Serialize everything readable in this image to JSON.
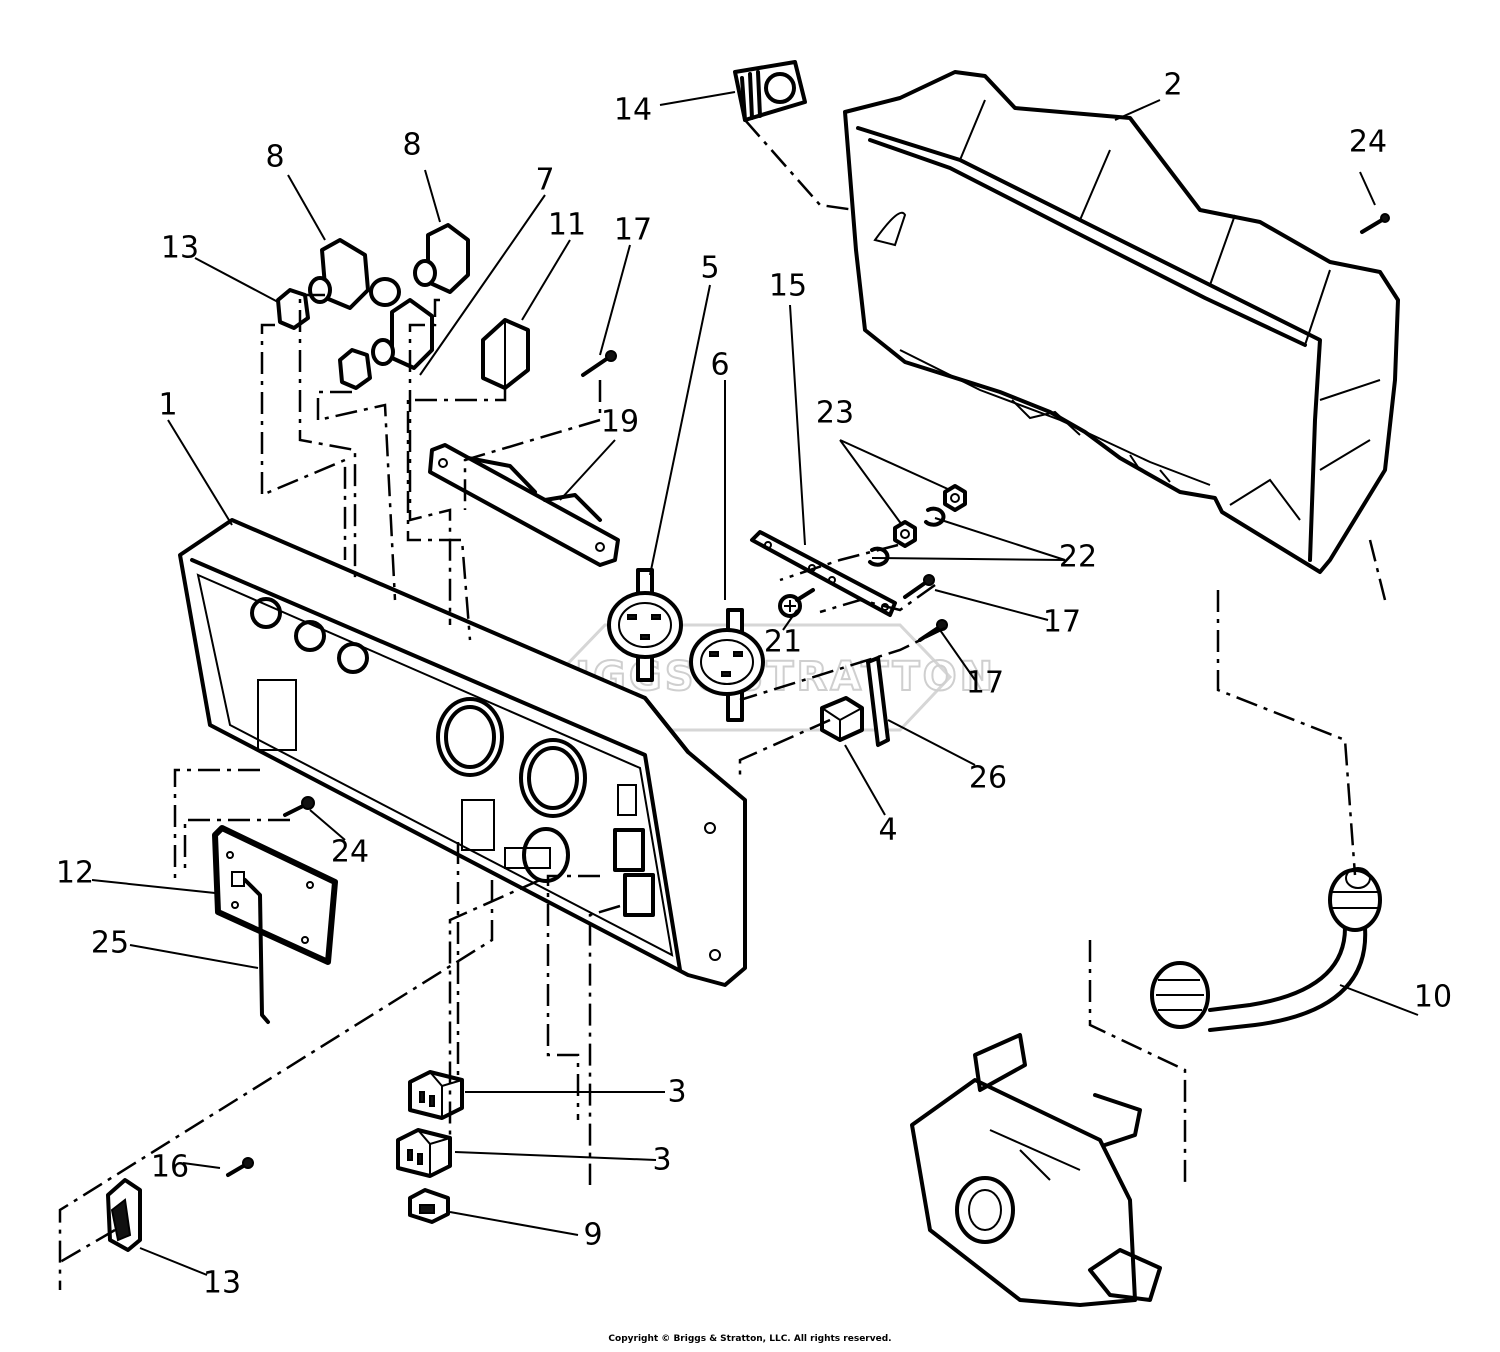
{
  "copyright": "Copyright © Briggs & Stratton, LLC. All rights reserved.",
  "watermark": "BRIGGS&STRATTON",
  "callouts": {
    "c1": "1",
    "c2": "2",
    "c3a": "3",
    "c3b": "3",
    "c4": "4",
    "c5": "5",
    "c6": "6",
    "c7": "7",
    "c8a": "8",
    "c8b": "8",
    "c9": "9",
    "c10": "10",
    "c11": "11",
    "c12": "12",
    "c13a": "13",
    "c13b": "13",
    "c14": "14",
    "c15": "15",
    "c16": "16",
    "c17a": "17",
    "c17b": "17",
    "c17c": "17",
    "c19": "19",
    "c21": "21",
    "c22": "22",
    "c23": "23",
    "c24a": "24",
    "c24b": "24",
    "c25": "25",
    "c26": "26"
  }
}
